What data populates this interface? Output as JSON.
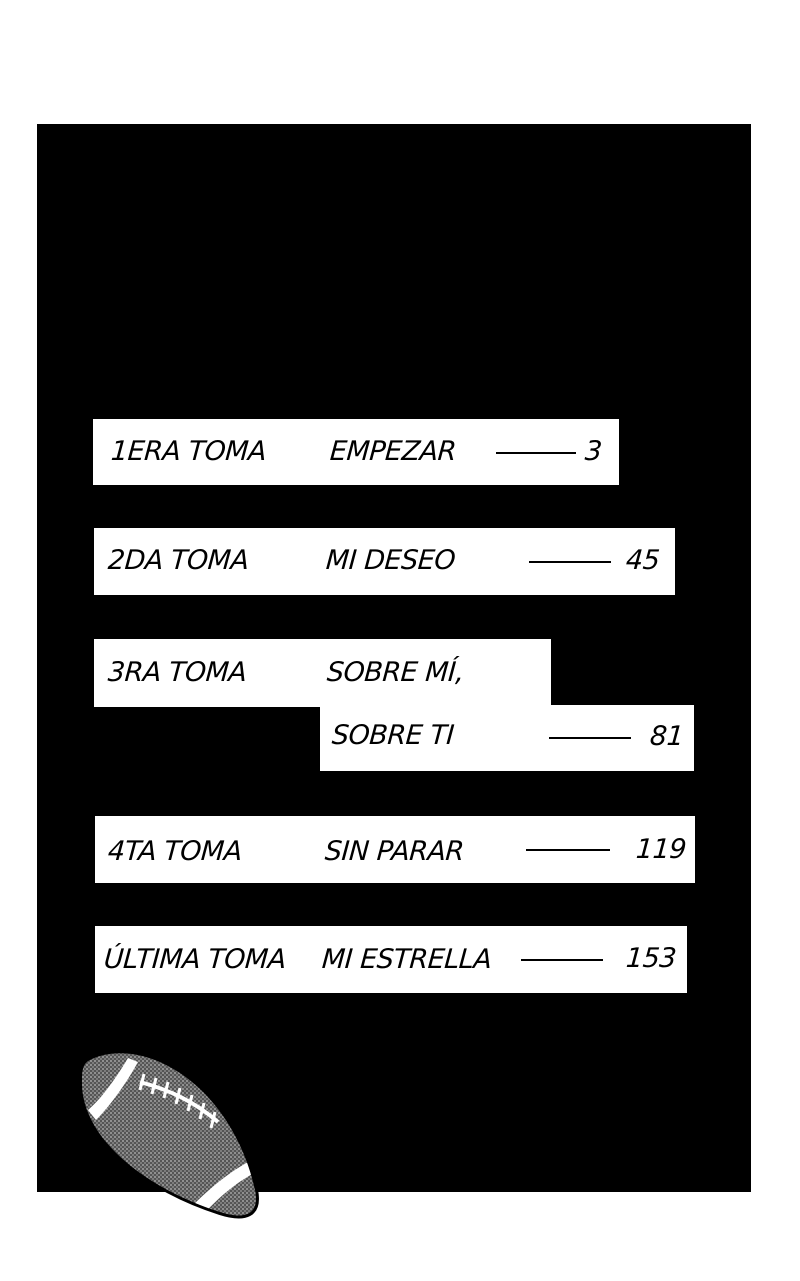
{
  "toc": [
    {
      "label": "1ERA TOMA",
      "title": "EMPEZAR",
      "page": "3"
    },
    {
      "label": "2DA TOMA",
      "title": "MI DESEO",
      "page": "45"
    },
    {
      "label": "3RA TOMA",
      "title_line1": "SOBRE MÍ,",
      "title_line2": "SOBRE TI",
      "page": "81"
    },
    {
      "label": "4TA TOMA",
      "title": "SIN PARAR",
      "page": "119"
    },
    {
      "label": "ÚLTIMA TOMA",
      "title": "MI ESTRELLA",
      "page": "153"
    }
  ],
  "decoration": {
    "icon": "football-icon"
  }
}
